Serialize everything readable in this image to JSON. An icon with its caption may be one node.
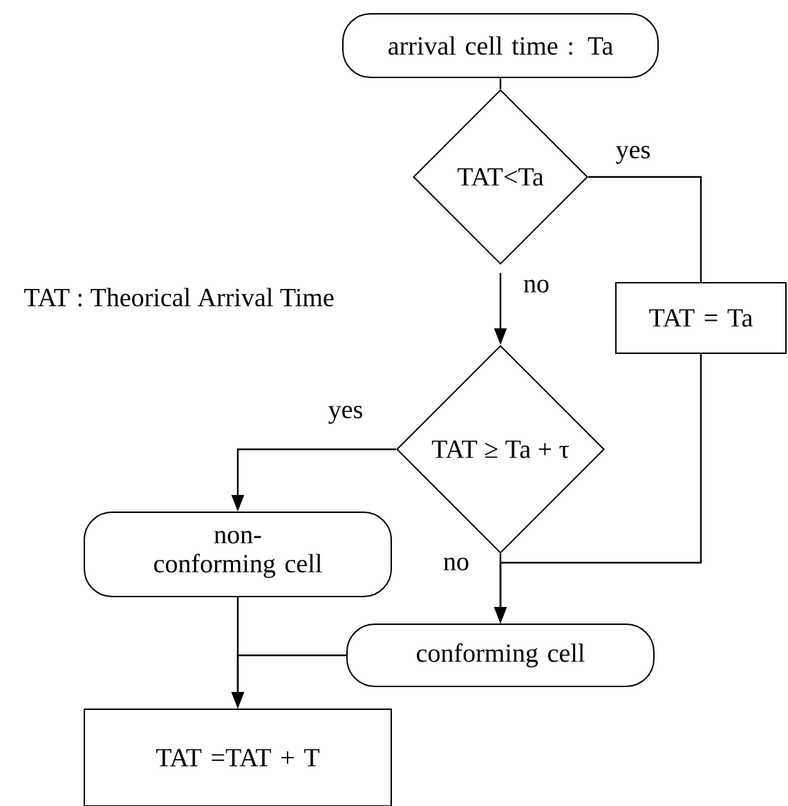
{
  "diagram": {
    "nodes": [
      {
        "text": [
          "arrival cell time : Ta"
        ]
      },
      {
        "text": [
          "TAT<Ta"
        ]
      },
      {
        "text": [
          "TAT = Ta"
        ]
      },
      {
        "text": [
          "TAT ≥ Ta + τ"
        ]
      },
      {
        "text": [
          "non-conforming cell"
        ]
      },
      {
        "text": [
          "conforming cell"
        ]
      },
      {
        "text": [
          "TAT =TAT + T"
        ]
      }
    ],
    "edges": [
      {
        "from": 0,
        "to": 1,
        "arrow": "none"
      },
      {
        "from": 1,
        "to": 3,
        "arrow": "to",
        "label": "no"
      },
      {
        "from": 1,
        "to": 2,
        "arrow": "none",
        "label": "yes"
      },
      {
        "from": 2,
        "to": 5,
        "arrow": "to"
      },
      {
        "from": 3,
        "to": 4,
        "arrow": "to",
        "label": "yes"
      },
      {
        "from": 3,
        "to": 5,
        "arrow": "to",
        "label": "no"
      },
      {
        "from": 4,
        "to": 6,
        "arrow": "to"
      },
      {
        "from": 5,
        "to": 6,
        "arrow": "to"
      }
    ],
    "labels": [
      "TAT : Theorical Arrival Time"
    ]
  }
}
